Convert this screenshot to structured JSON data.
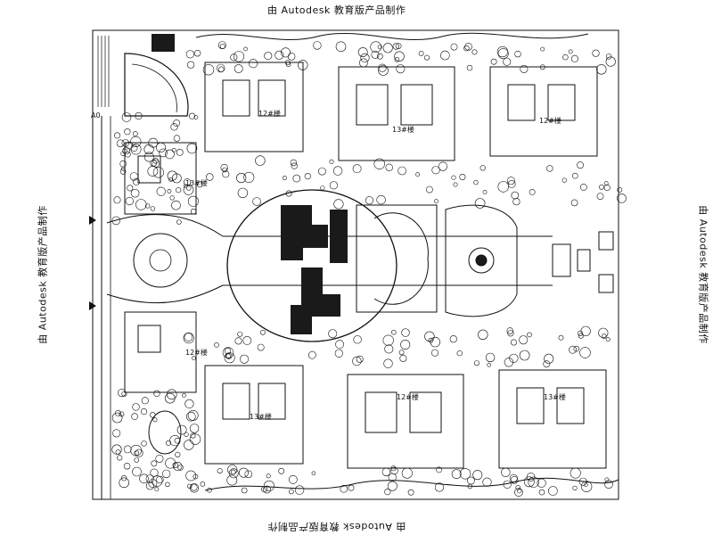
{
  "watermark": {
    "top": "由 Autodesk 教育版产品制作",
    "bottom": "由 Autodesk 教育版产品制作",
    "left": "由 Autodesk 教育版产品制作",
    "right": "由 Autodesk 教育版产品制作"
  },
  "plan": {
    "unit_labels": [
      "12#楼",
      "13#楼",
      "12#楼",
      "13#楼",
      "12#楼",
      "13#楼",
      "12#楼",
      "13#楼"
    ],
    "entrance_label": "A0"
  },
  "colors": {
    "line": "#111111",
    "background": "#ffffff",
    "fill": "#1a1a1a"
  }
}
